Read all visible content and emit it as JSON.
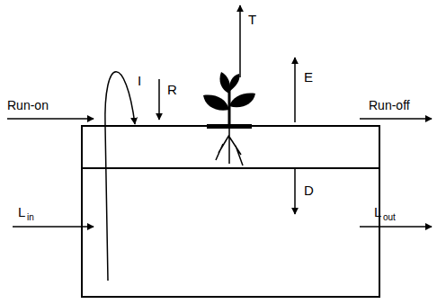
{
  "diagram": {
    "labels": [
      "I",
      "R",
      "T",
      "E",
      "Run-on",
      "Run-off",
      "L",
      "in",
      "D",
      "L",
      "out"
    ]
  }
}
